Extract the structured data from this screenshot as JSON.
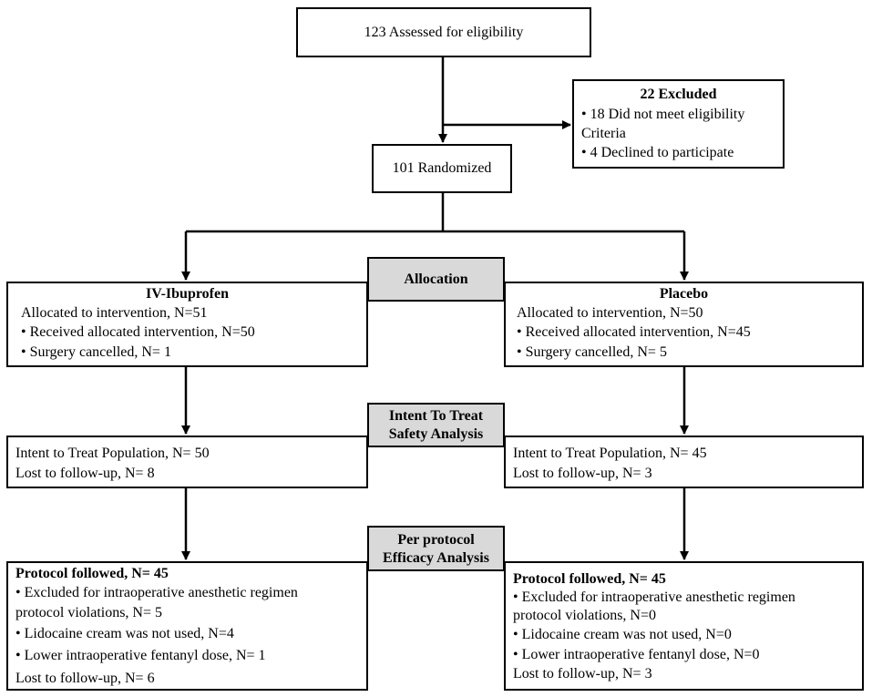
{
  "assessed": {
    "text": "123 Assessed for eligibility"
  },
  "excluded": {
    "title": "22 Excluded",
    "items": [
      "• 18 Did not meet eligibility",
      "Criteria",
      "• 4 Declined to participate"
    ]
  },
  "randomized": {
    "text": "101 Randomized"
  },
  "stages": {
    "allocation": [
      "Allocation"
    ],
    "itt": [
      "Intent To Treat",
      "Safety Analysis"
    ],
    "pp": [
      "Per protocol",
      "Efficacy Analysis"
    ]
  },
  "ibuprofen": {
    "alloc_title": "IV-Ibuprofen",
    "alloc_lines": [
      "Allocated to intervention, N=51",
      "• Received allocated intervention, N=50",
      "• Surgery cancelled, N= 1"
    ],
    "itt_lines": [
      "Intent to Treat Population, N= 50",
      "Lost to follow-up, N= 8"
    ],
    "pp_title": "Protocol followed, N= 45",
    "pp_lines": [
      "• Excluded for intraoperative anesthetic regimen",
      "protocol violations, N= 5",
      "• Lidocaine cream was not used, N=4",
      "• Lower intraoperative fentanyl dose, N= 1",
      "Lost to follow-up, N= 6"
    ]
  },
  "placebo": {
    "alloc_title": "Placebo",
    "alloc_lines": [
      "Allocated to intervention, N=50",
      "• Received allocated intervention, N=45",
      "• Surgery cancelled, N= 5"
    ],
    "itt_lines": [
      "Intent to Treat Population, N= 45",
      "Lost to follow-up, N= 3"
    ],
    "pp_title": "Protocol followed, N= 45",
    "pp_lines": [
      "• Excluded for intraoperative anesthetic regimen",
      "protocol violations, N=0",
      "• Lidocaine cream was not used, N=0",
      "• Lower intraoperative fentanyl dose, N=0",
      "Lost to follow-up, N= 3"
    ]
  }
}
